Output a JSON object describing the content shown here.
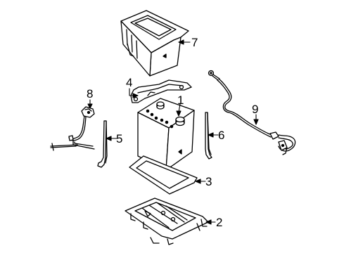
{
  "colors": {
    "stroke": "#000000",
    "fill": "#ffffff"
  },
  "callouts": [
    {
      "id": "1",
      "label": "1",
      "part": "battery"
    },
    {
      "id": "2",
      "label": "2",
      "part": "battery-tray"
    },
    {
      "id": "3",
      "label": "3",
      "part": "tray-pad"
    },
    {
      "id": "4",
      "label": "4",
      "part": "hold-down-bracket"
    },
    {
      "id": "5",
      "label": "5",
      "part": "hold-down-rod-left"
    },
    {
      "id": "6",
      "label": "6",
      "part": "hold-down-rod-right"
    },
    {
      "id": "7",
      "label": "7",
      "part": "battery-cover"
    },
    {
      "id": "8",
      "label": "8",
      "part": "negative-cable"
    },
    {
      "id": "9",
      "label": "9",
      "part": "positive-cable"
    }
  ]
}
